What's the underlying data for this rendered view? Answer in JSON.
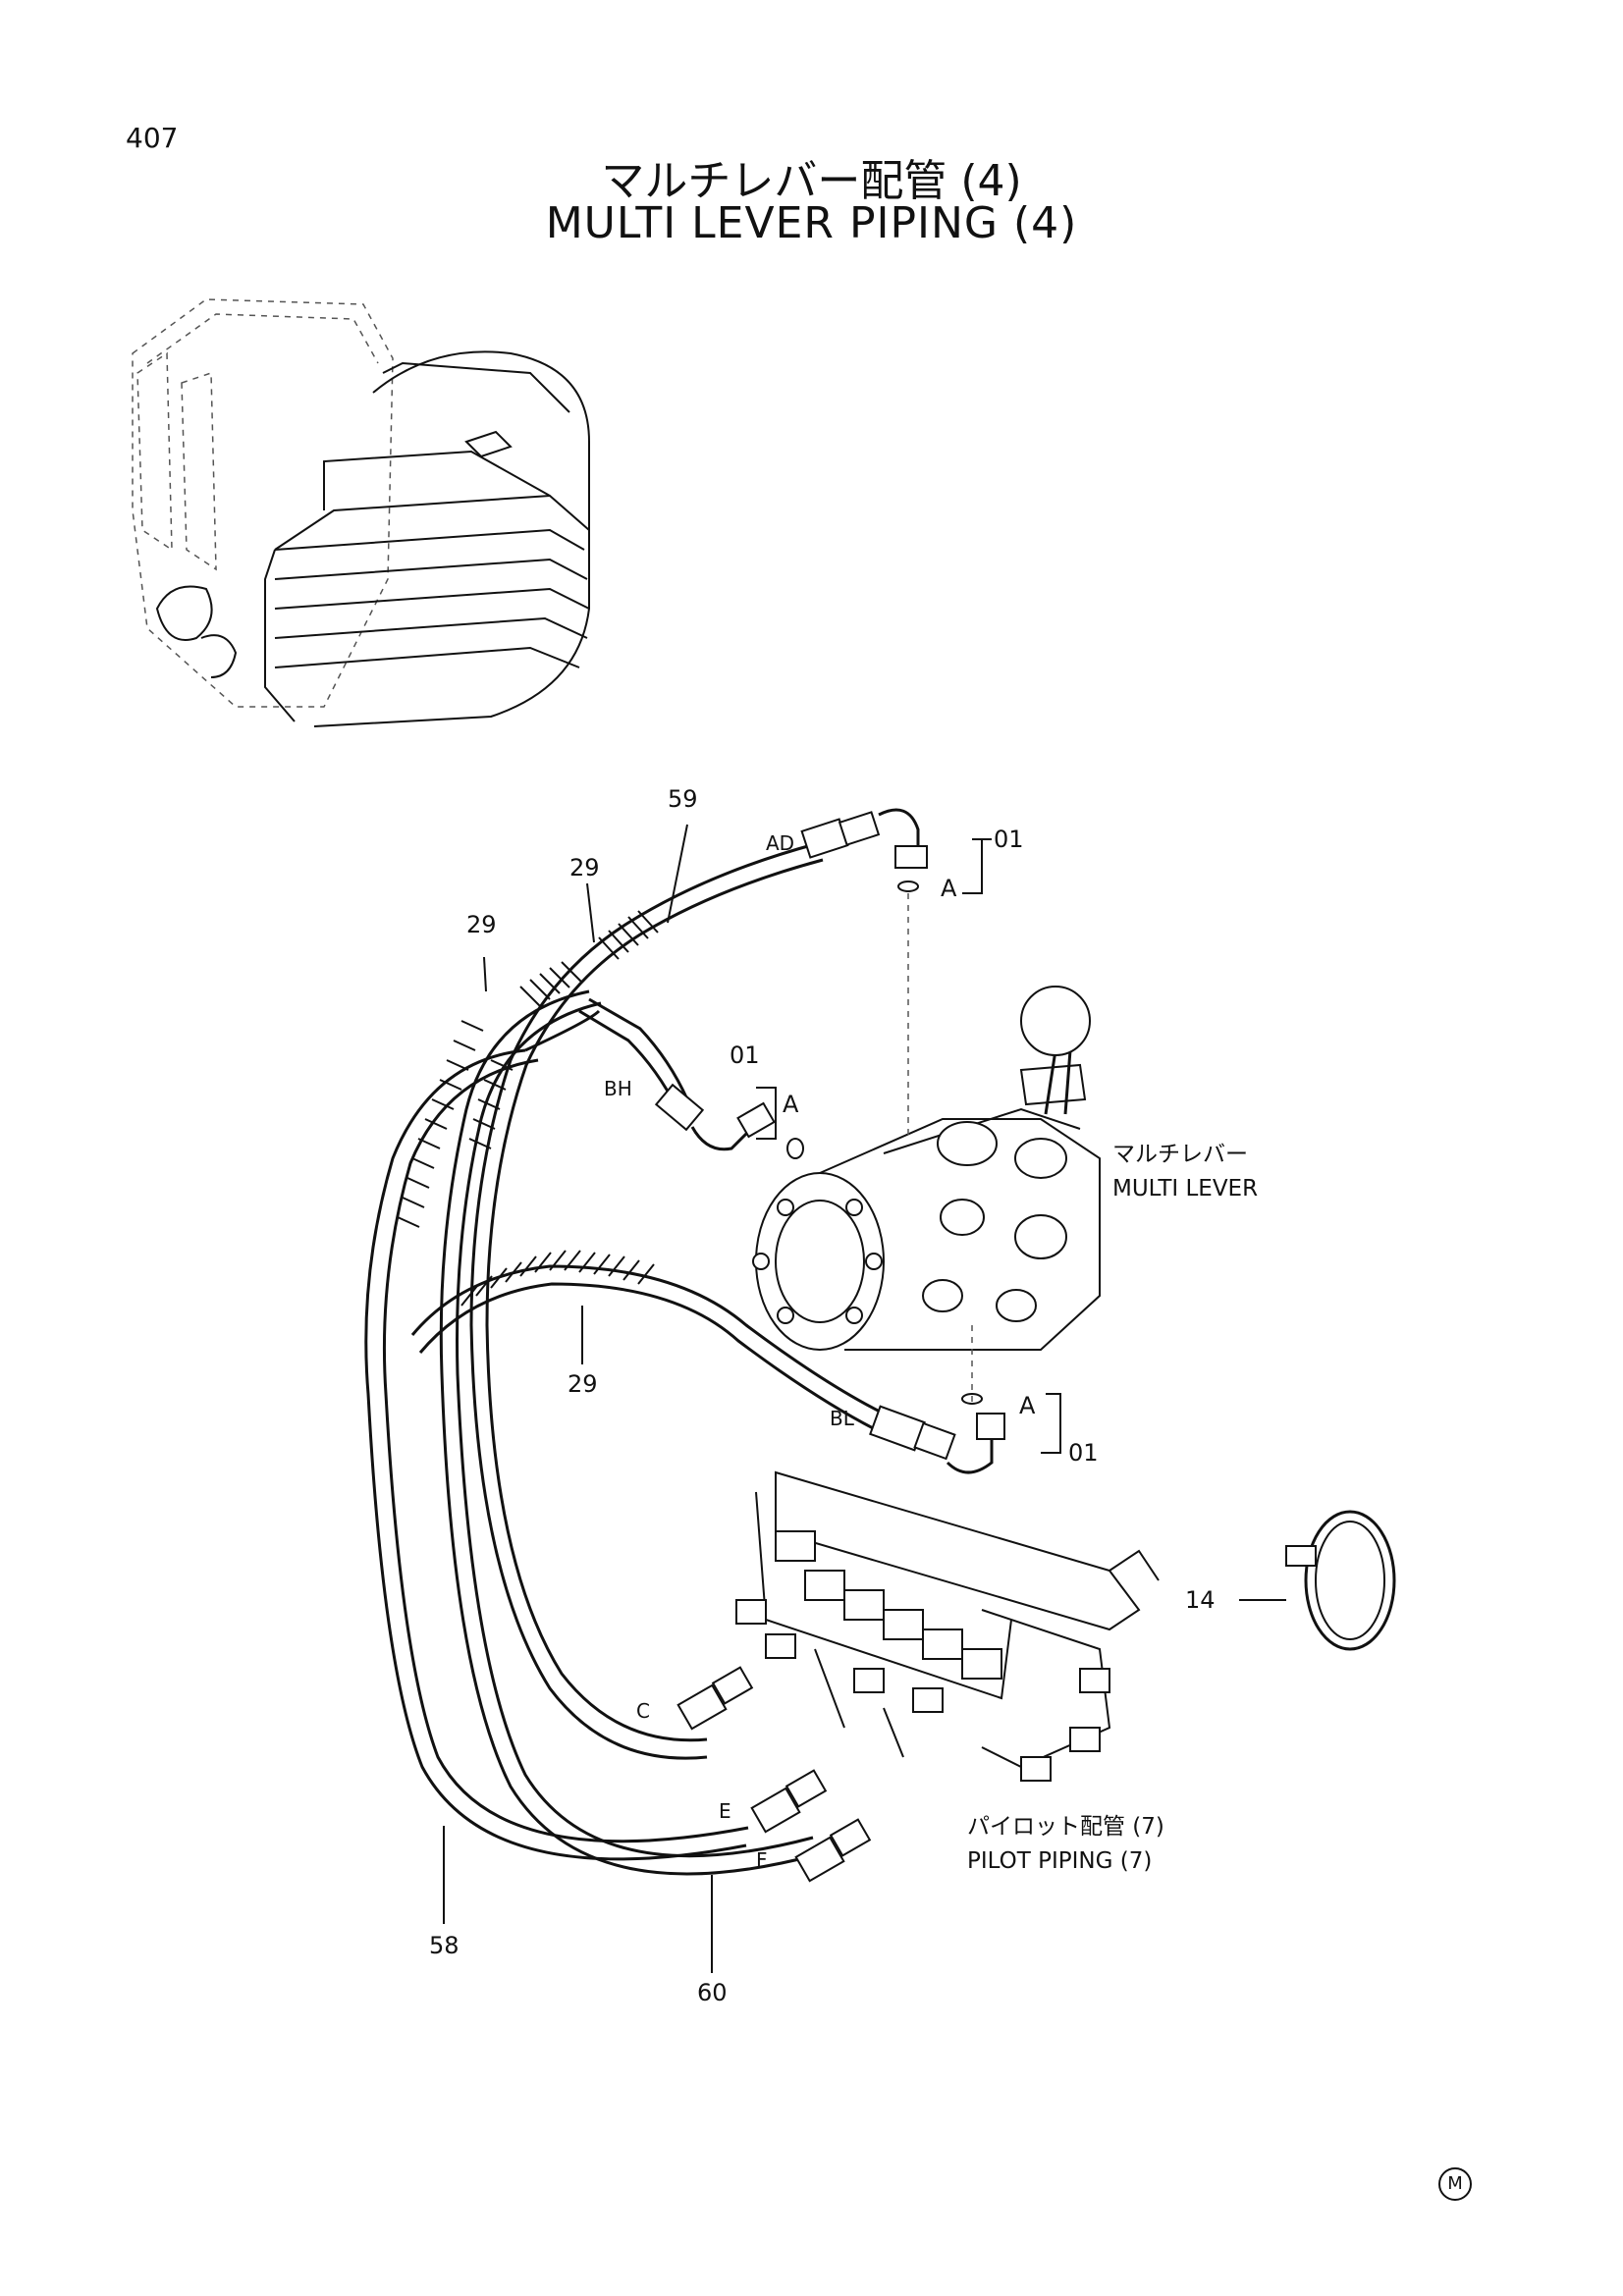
{
  "page": {
    "number": "407",
    "title_jp": "マルチレバー配管 (4)",
    "title_en": "MULTI LEVER PIPING (4)",
    "corner_mark": "M"
  },
  "callouts": {
    "c59": "59",
    "c29a": "29",
    "c29b": "29",
    "c29c": "29",
    "c01a": "01",
    "c01b": "01",
    "c01c": "01",
    "cA1": "A",
    "cA2": "A",
    "cA3": "A",
    "c14": "14",
    "c58": "58",
    "c60": "60"
  },
  "port_labels": {
    "ad": "AD",
    "bh": "BH",
    "bl": "BL",
    "c": "C",
    "e": "E",
    "f": "F"
  },
  "component_labels": {
    "multi_lever_jp": "マルチレバー",
    "multi_lever_en": "MULTI LEVER",
    "pilot_piping_jp": "パイロット配管 (7)",
    "pilot_piping_en": "PILOT PIPING (7)"
  }
}
